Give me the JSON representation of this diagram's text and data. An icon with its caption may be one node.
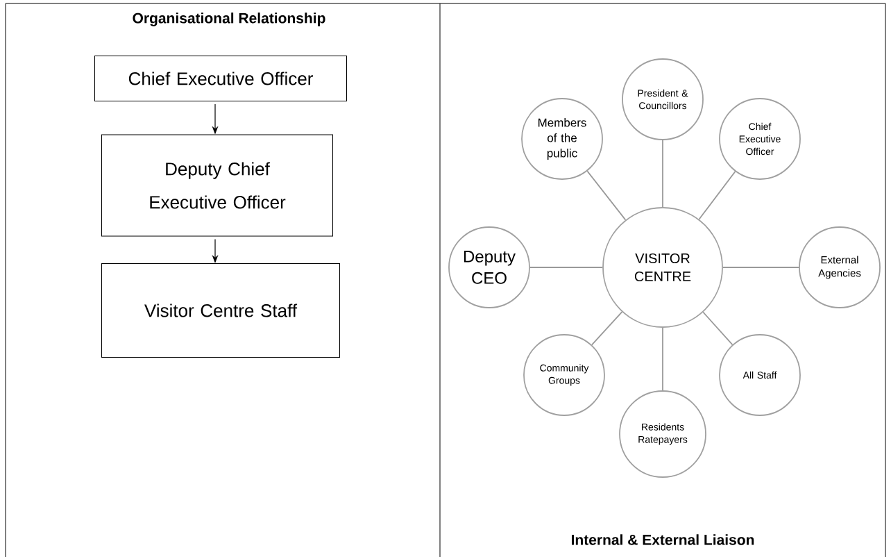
{
  "diagram": {
    "nodes": [
      {
        "text": [
          "Chief Executive Officer"
        ]
      },
      {
        "text": [
          "Deputy Chief Executive Officer"
        ]
      },
      {
        "text": [
          "Visitor Centre Staff"
        ]
      },
      {
        "text": [
          "President & Councillors"
        ]
      },
      {
        "text": [
          "Members of the public"
        ]
      },
      {
        "text": [
          "Chief Executive Officer"
        ]
      },
      {
        "text": [
          "Deputy CEO"
        ]
      },
      {
        "text": [
          "VISITOR CENTRE"
        ]
      },
      {
        "text": [
          "External Agencies"
        ]
      },
      {
        "text": [
          "Community Groups"
        ]
      },
      {
        "text": [
          "All Staff"
        ]
      },
      {
        "text": [
          "Residents Ratepayers"
        ]
      }
    ],
    "edges": [
      {
        "from": 0,
        "to": 1,
        "arrow": "to",
        "color": "#000000"
      },
      {
        "from": 1,
        "to": 2,
        "arrow": "to",
        "color": "#000000"
      },
      {
        "from": 7,
        "to": 3,
        "arrow": "none"
      },
      {
        "from": 7,
        "to": 4,
        "arrow": "none"
      },
      {
        "from": 7,
        "to": 5,
        "arrow": "none"
      },
      {
        "from": 7,
        "to": 6,
        "arrow": "none"
      },
      {
        "from": 7,
        "to": 8,
        "arrow": "none"
      },
      {
        "from": 7,
        "to": 9,
        "arrow": "none"
      },
      {
        "from": 7,
        "to": 10,
        "arrow": "none"
      },
      {
        "from": 7,
        "to": 11,
        "arrow": "none"
      }
    ],
    "labels": [
      "Organisational Relationship",
      "Internal & External Liaison"
    ]
  }
}
